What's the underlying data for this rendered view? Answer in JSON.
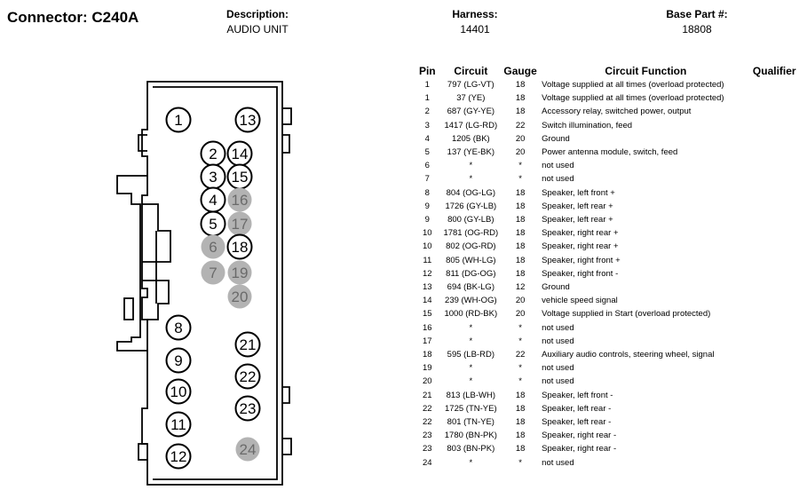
{
  "header": {
    "connector": "Connector: C240A",
    "description_label": "Description:",
    "description_value": "AUDIO UNIT",
    "harness_label": "Harness:",
    "harness_value": "14401",
    "base_part_label": "Base Part #:",
    "base_part_value": "18808"
  },
  "colors": {
    "filled_pin": "#b3b3b3",
    "filled_pin_text": "#6a6a6a",
    "outline": "#000000"
  },
  "connector_pins": [
    {
      "num": "1",
      "filled": false
    },
    {
      "num": "2",
      "filled": false
    },
    {
      "num": "3",
      "filled": false
    },
    {
      "num": "4",
      "filled": false
    },
    {
      "num": "5",
      "filled": false
    },
    {
      "num": "6",
      "filled": true
    },
    {
      "num": "7",
      "filled": true
    },
    {
      "num": "8",
      "filled": false
    },
    {
      "num": "9",
      "filled": false
    },
    {
      "num": "10",
      "filled": false
    },
    {
      "num": "11",
      "filled": false
    },
    {
      "num": "12",
      "filled": false
    },
    {
      "num": "13",
      "filled": false
    },
    {
      "num": "14",
      "filled": false
    },
    {
      "num": "15",
      "filled": false
    },
    {
      "num": "16",
      "filled": true
    },
    {
      "num": "17",
      "filled": true
    },
    {
      "num": "18",
      "filled": false
    },
    {
      "num": "19",
      "filled": true
    },
    {
      "num": "20",
      "filled": true
    },
    {
      "num": "21",
      "filled": false
    },
    {
      "num": "22",
      "filled": false
    },
    {
      "num": "23",
      "filled": false
    },
    {
      "num": "24",
      "filled": true
    }
  ],
  "table": {
    "headers": {
      "pin": "Pin",
      "circuit": "Circuit",
      "gauge": "Gauge",
      "function": "Circuit Function",
      "qualifier": "Qualifier"
    },
    "rows": [
      [
        "1",
        "797 (LG-VT)",
        "18",
        "Voltage supplied at all times (overload protected)"
      ],
      [
        "1",
        "37 (YE)",
        "18",
        "Voltage supplied at all times (overload protected)"
      ],
      [
        "2",
        "687 (GY-YE)",
        "18",
        "Accessory relay, switched power, output"
      ],
      [
        "3",
        "1417 (LG-RD)",
        "22",
        "Switch illumination, feed"
      ],
      [
        "4",
        "1205 (BK)",
        "20",
        "Ground"
      ],
      [
        "5",
        "137 (YE-BK)",
        "20",
        "Power antenna module, switch, feed"
      ],
      [
        "6",
        "*",
        "*",
        "not used"
      ],
      [
        "7",
        "*",
        "*",
        "not used"
      ],
      [
        "8",
        "804 (OG-LG)",
        "18",
        "Speaker, left front +"
      ],
      [
        "9",
        "1726 (GY-LB)",
        "18",
        "Speaker, left rear +"
      ],
      [
        "9",
        "800 (GY-LB)",
        "18",
        "Speaker, left rear +"
      ],
      [
        "10",
        "1781 (OG-RD)",
        "18",
        "Speaker, right rear +"
      ],
      [
        "10",
        "802 (OG-RD)",
        "18",
        "Speaker, right rear +"
      ],
      [
        "11",
        "805 (WH-LG)",
        "18",
        "Speaker, right front +"
      ],
      [
        "12",
        "811 (DG-OG)",
        "18",
        "Speaker, right front -"
      ],
      [
        "13",
        "694 (BK-LG)",
        "12",
        "Ground"
      ],
      [
        "14",
        "239 (WH-OG)",
        "20",
        "vehicle speed signal"
      ],
      [
        "15",
        "1000 (RD-BK)",
        "20",
        "Voltage supplied in Start (overload protected)"
      ],
      [
        "16",
        "*",
        "*",
        "not used"
      ],
      [
        "17",
        "*",
        "*",
        "not used"
      ],
      [
        "18",
        "595 (LB-RD)",
        "22",
        "Auxiliary audio controls, steering wheel, signal"
      ],
      [
        "19",
        "*",
        "*",
        "not used"
      ],
      [
        "20",
        "*",
        "*",
        "not used"
      ],
      [
        "21",
        "813 (LB-WH)",
        "18",
        "Speaker, left front -"
      ],
      [
        "22",
        "1725 (TN-YE)",
        "18",
        "Speaker, left rear -"
      ],
      [
        "22",
        "801 (TN-YE)",
        "18",
        "Speaker, left rear -"
      ],
      [
        "23",
        "1780 (BN-PK)",
        "18",
        "Speaker, right rear -"
      ],
      [
        "23",
        "803 (BN-PK)",
        "18",
        "Speaker, right rear -"
      ],
      [
        "24",
        "*",
        "*",
        "not used"
      ]
    ]
  }
}
